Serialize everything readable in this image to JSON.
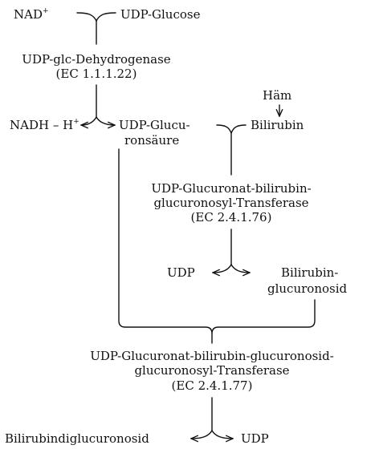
{
  "nodes": {
    "nad": "NAD",
    "nad_sup": "+",
    "udp_glucose": "UDP-Glucose",
    "enzyme1_line1": "UDP-glc-Dehydrogenase",
    "enzyme1_line2": "(EC 1.1.1.22)",
    "haem": "Häm",
    "nadh_h": "NADH – H",
    "nadh_sup": "+",
    "udp_glucuronic_line1": "UDP-Glucu-",
    "udp_glucuronic_line2": "ronsäure",
    "bilirubin": "Bilirubin",
    "enzyme2_line1": "UDP-Glucuronat-bilirubin-",
    "enzyme2_line2": "glucuronosyl-Transferase",
    "enzyme2_line3": "(EC 2.4.1.76)",
    "udp_1": "UDP",
    "bilirubin_glucuronoside_line1": "Bilirubin-",
    "bilirubin_glucuronoside_line2": "glucuronosid",
    "enzyme3_line1": "UDP-Glucuronat-bilirubin-glucuronosid-",
    "enzyme3_line2": "glucuronosyl-Transferase",
    "enzyme3_line3": "(EC 2.4.1.77)",
    "bilirubin_diglucuronoside": "Bilirubindiglucuronosid",
    "udp_2": "UDP"
  }
}
